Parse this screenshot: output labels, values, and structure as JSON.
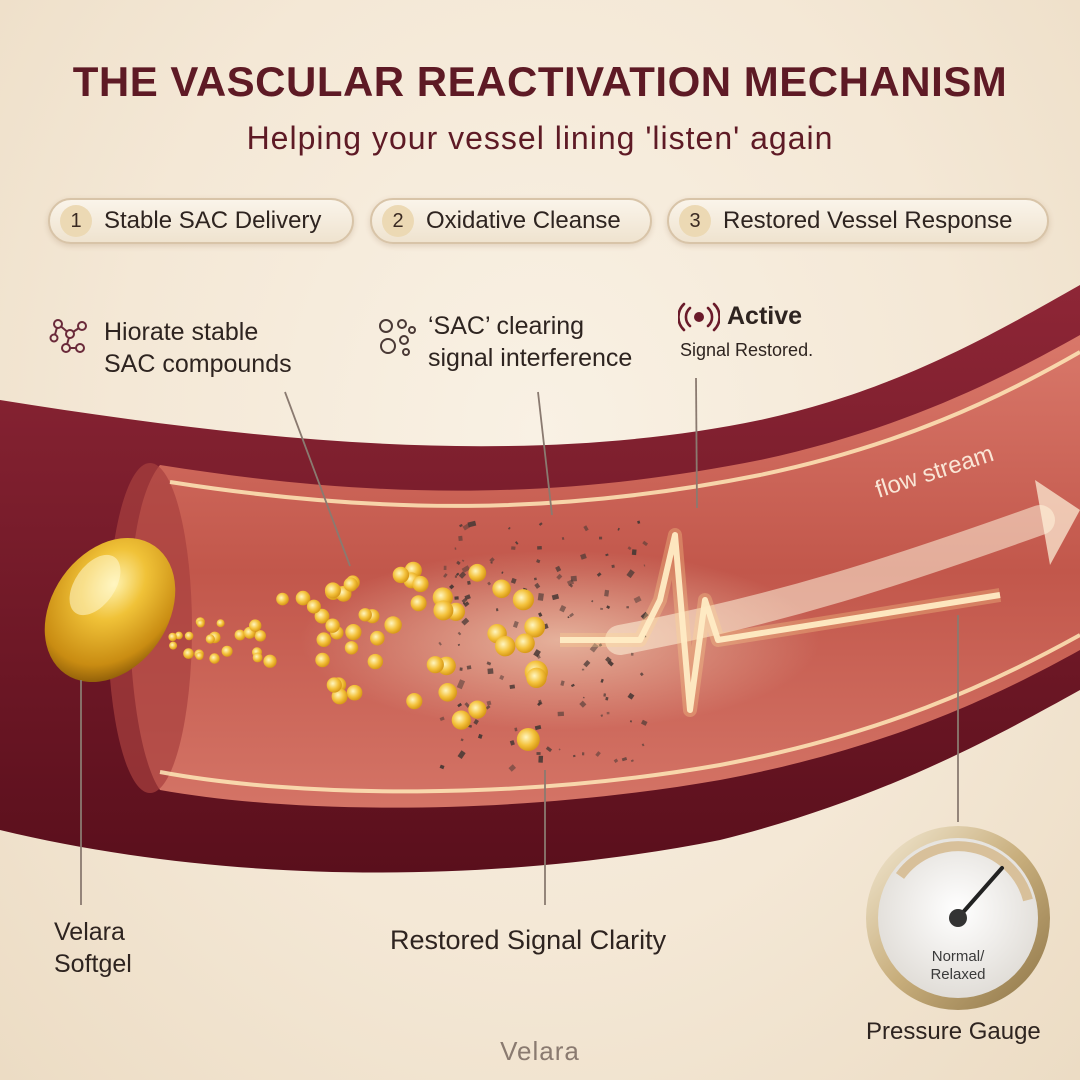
{
  "header": {
    "title": "THE VASCULAR REACTIVATION MECHANISM",
    "subtitle": "Helping your vessel lining 'listen' again"
  },
  "steps": [
    {
      "number": "1",
      "label": "Stable SAC Delivery"
    },
    {
      "number": "2",
      "label": "Oxidative Cleanse"
    },
    {
      "number": "3",
      "label": "Restored Vessel Response"
    }
  ],
  "callouts": {
    "compounds": {
      "line1": "Hiorate stable",
      "line2": "SAC compounds",
      "icon": "molecule-icon"
    },
    "clearing": {
      "line1": "‘SAC’ clearing",
      "line2": "signal interference",
      "icon": "bubbles-icon"
    },
    "active": {
      "title": "Active",
      "subtitle": "Signal Restored.",
      "icon": "signal-broadcast-icon"
    },
    "softgel": {
      "line1": "Velara",
      "line2": "Softgel"
    },
    "clarity": {
      "text": "Restored Signal Clarity"
    }
  },
  "vessel": {
    "flow_label": "flow stream"
  },
  "gauge": {
    "dial_line1": "Normal/",
    "dial_line2": "Relaxed",
    "label": "Pressure Gauge"
  },
  "brand": "Velara",
  "colors": {
    "title": "#5e1a25",
    "vessel_outer": "#7a1a2a",
    "vessel_inner": "#c45a4e",
    "softgel": "#e8b020",
    "particles": "#f4c23c"
  }
}
